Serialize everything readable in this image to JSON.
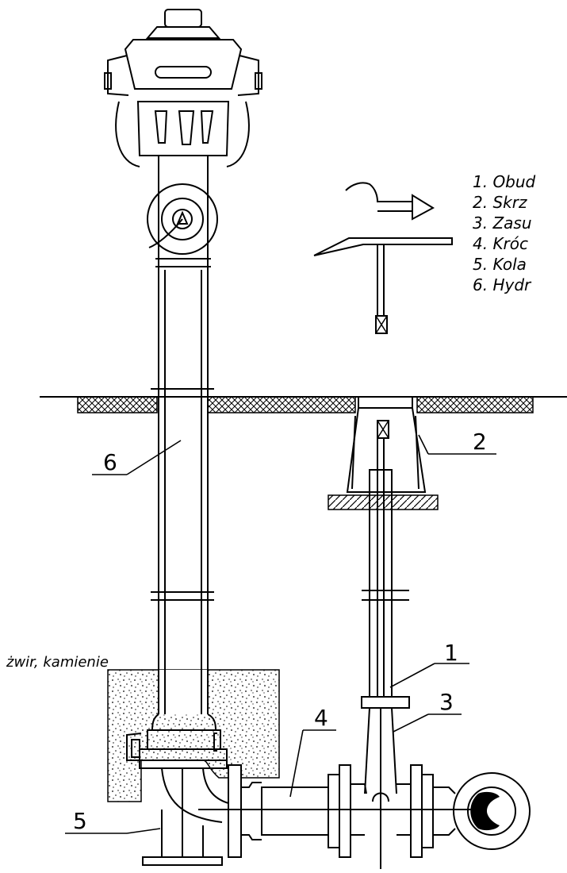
{
  "legend": [
    "1. Obud",
    "2. Skrz",
    "3. Zasu",
    "4. Króc",
    "5. Kola",
    "6. Hydr"
  ],
  "gravel_note": "żwir, kamienie",
  "callouts": [
    "1",
    "2",
    "3",
    "4",
    "5",
    "6"
  ]
}
